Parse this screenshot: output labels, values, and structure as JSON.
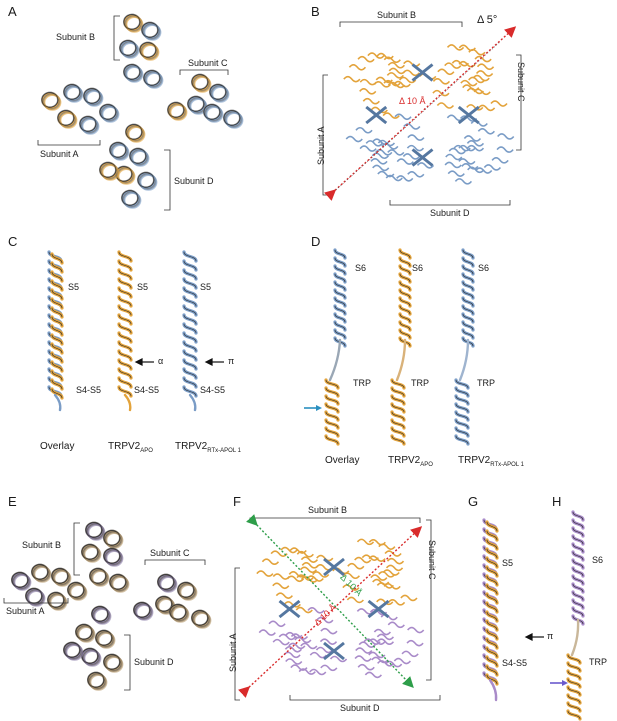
{
  "panels": {
    "A": {
      "letter": "A",
      "subunits": [
        "Subunit A",
        "Subunit B",
        "Subunit C",
        "Subunit D"
      ]
    },
    "B": {
      "letter": "B",
      "subunits": [
        "Subunit A",
        "Subunit B",
        "Subunit C",
        "Subunit D"
      ],
      "angle": "Δ 5°",
      "distance": "Δ 10 Å"
    },
    "C": {
      "letter": "C",
      "labels": {
        "s5": "S5",
        "s4s5": "S4-S5",
        "alpha": "α",
        "pi": "π"
      },
      "columns": {
        "overlay": "Overlay",
        "apo": "TRPV2",
        "apo_sub": "APO",
        "rtx": "TRPV2",
        "rtx_sub": "RTx-APOL 1"
      }
    },
    "D": {
      "letter": "D",
      "labels": {
        "s6": "S6",
        "trp": "TRP"
      },
      "columns": {
        "overlay": "Overlay",
        "apo": "TRPV2",
        "apo_sub": "APO",
        "rtx": "TRPV2",
        "rtx_sub": "RTx-APOL 1"
      }
    },
    "E": {
      "letter": "E",
      "subunits": [
        "Subunit A",
        "Subunit B",
        "Subunit C",
        "Subunit D"
      ]
    },
    "F": {
      "letter": "F",
      "subunits": [
        "Subunit A",
        "Subunit B",
        "Subunit C",
        "Subunit D"
      ],
      "distance_green": "Δ 10 Å",
      "distance_red": "Δ 10 Å"
    },
    "G": {
      "letter": "G",
      "labels": {
        "s5": "S5",
        "pi": "π",
        "s4s5": "S4-S5"
      }
    },
    "H": {
      "letter": "H",
      "labels": {
        "s6": "S6",
        "trp": "TRP"
      }
    }
  },
  "colors": {
    "apo": "#e3a33b",
    "rtx": "#7a9cc6",
    "rtx_h": "#a98bc9",
    "dark": "#3a3a3a",
    "red": "#d92b2b",
    "green": "#2e9e4a",
    "arrow_blue": "#2a8fc0",
    "arrow_purple": "#6a5acd"
  }
}
